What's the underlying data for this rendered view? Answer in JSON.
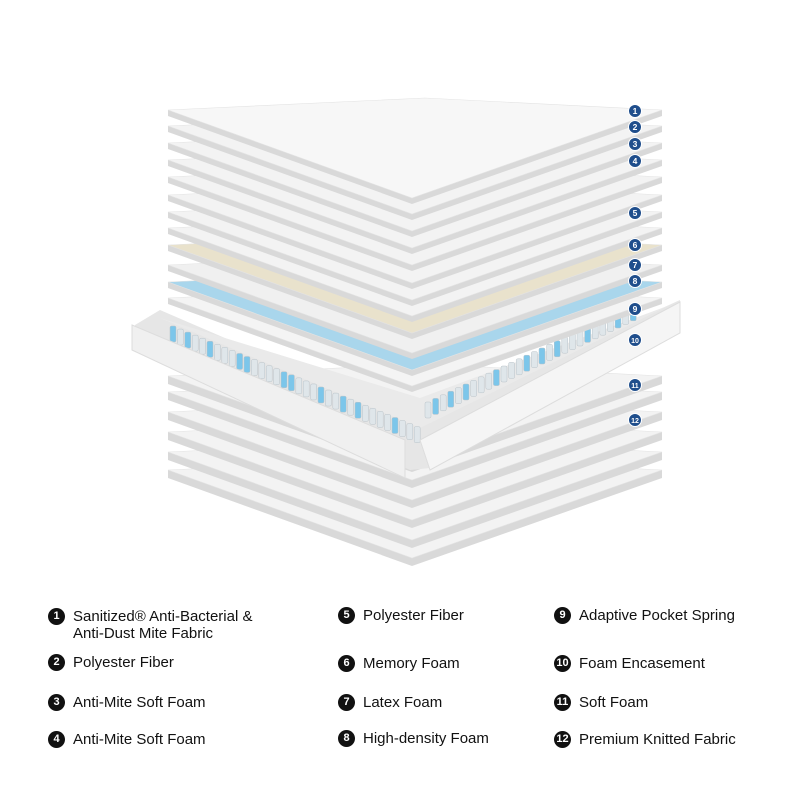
{
  "colors": {
    "sheet": "#f1f1f1",
    "sheet_edge": "#d9d9d9",
    "memory_foam": "#e9e2cc",
    "high_density_foam": "#a9d6ec",
    "spring_blue": "#7cc6ea",
    "badge": "#1f4e8c"
  },
  "badges": [
    "1",
    "2",
    "3",
    "4",
    "5",
    "6",
    "7",
    "8",
    "9",
    "10",
    "11",
    "12"
  ],
  "legend": [
    {
      "num": "1",
      "label": "Sanitized® Anti-Bacterial &\nAnti-Dust Mite Fabric"
    },
    {
      "num": "2",
      "label": "Polyester Fiber"
    },
    {
      "num": "3",
      "label": "Anti-Mite Soft Foam"
    },
    {
      "num": "4",
      "label": "Anti-Mite Soft Foam"
    },
    {
      "num": "5",
      "label": "Polyester Fiber"
    },
    {
      "num": "6",
      "label": "Memory Foam"
    },
    {
      "num": "7",
      "label": "Latex Foam"
    },
    {
      "num": "8",
      "label": "High-density Foam"
    },
    {
      "num": "9",
      "label": "Adaptive Pocket Spring"
    },
    {
      "num": "10",
      "label": "Foam Encasement"
    },
    {
      "num": "11",
      "label": "Soft Foam"
    },
    {
      "num": "12",
      "label": "Premium Knitted Fabric"
    }
  ]
}
